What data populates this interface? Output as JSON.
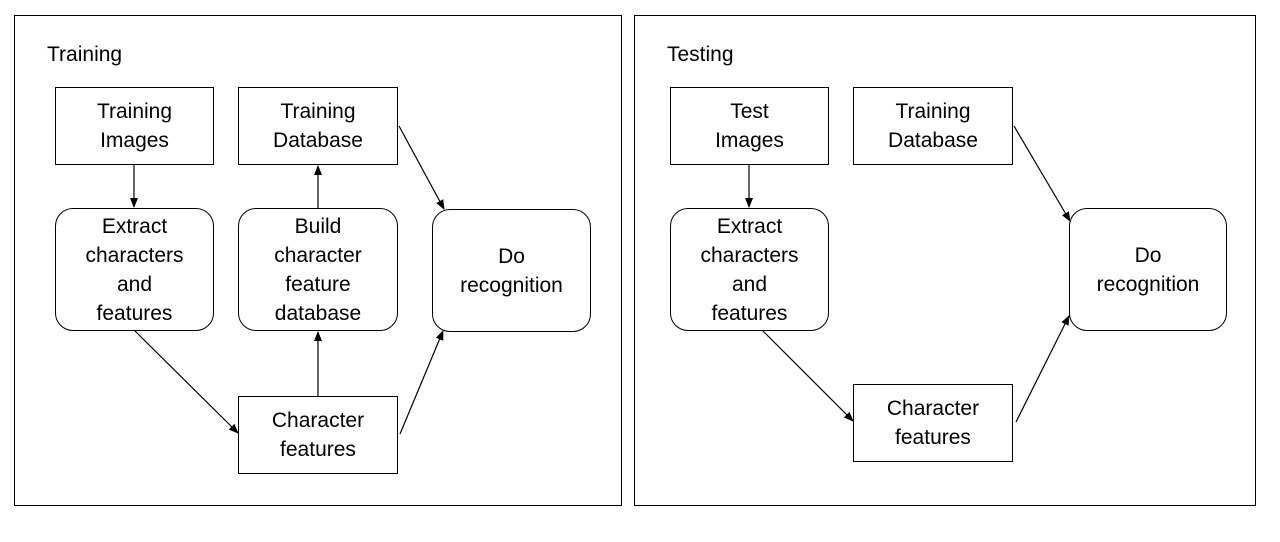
{
  "training": {
    "title": "Training",
    "boxes": {
      "training_images": "Training\nImages",
      "training_database": "Training\nDatabase",
      "extract": "Extract\ncharacters\nand\nfeatures",
      "build": "Build\ncharacter\nfeature\ndatabase",
      "recognition": "Do\nrecognition",
      "character_features": "Character\nfeatures"
    }
  },
  "testing": {
    "title": "Testing",
    "boxes": {
      "test_images": "Test\nImages",
      "training_database": "Training\nDatabase",
      "extract": "Extract\ncharacters\nand\nfeatures",
      "recognition": "Do\nrecognition",
      "character_features": "Character\nfeatures"
    }
  }
}
